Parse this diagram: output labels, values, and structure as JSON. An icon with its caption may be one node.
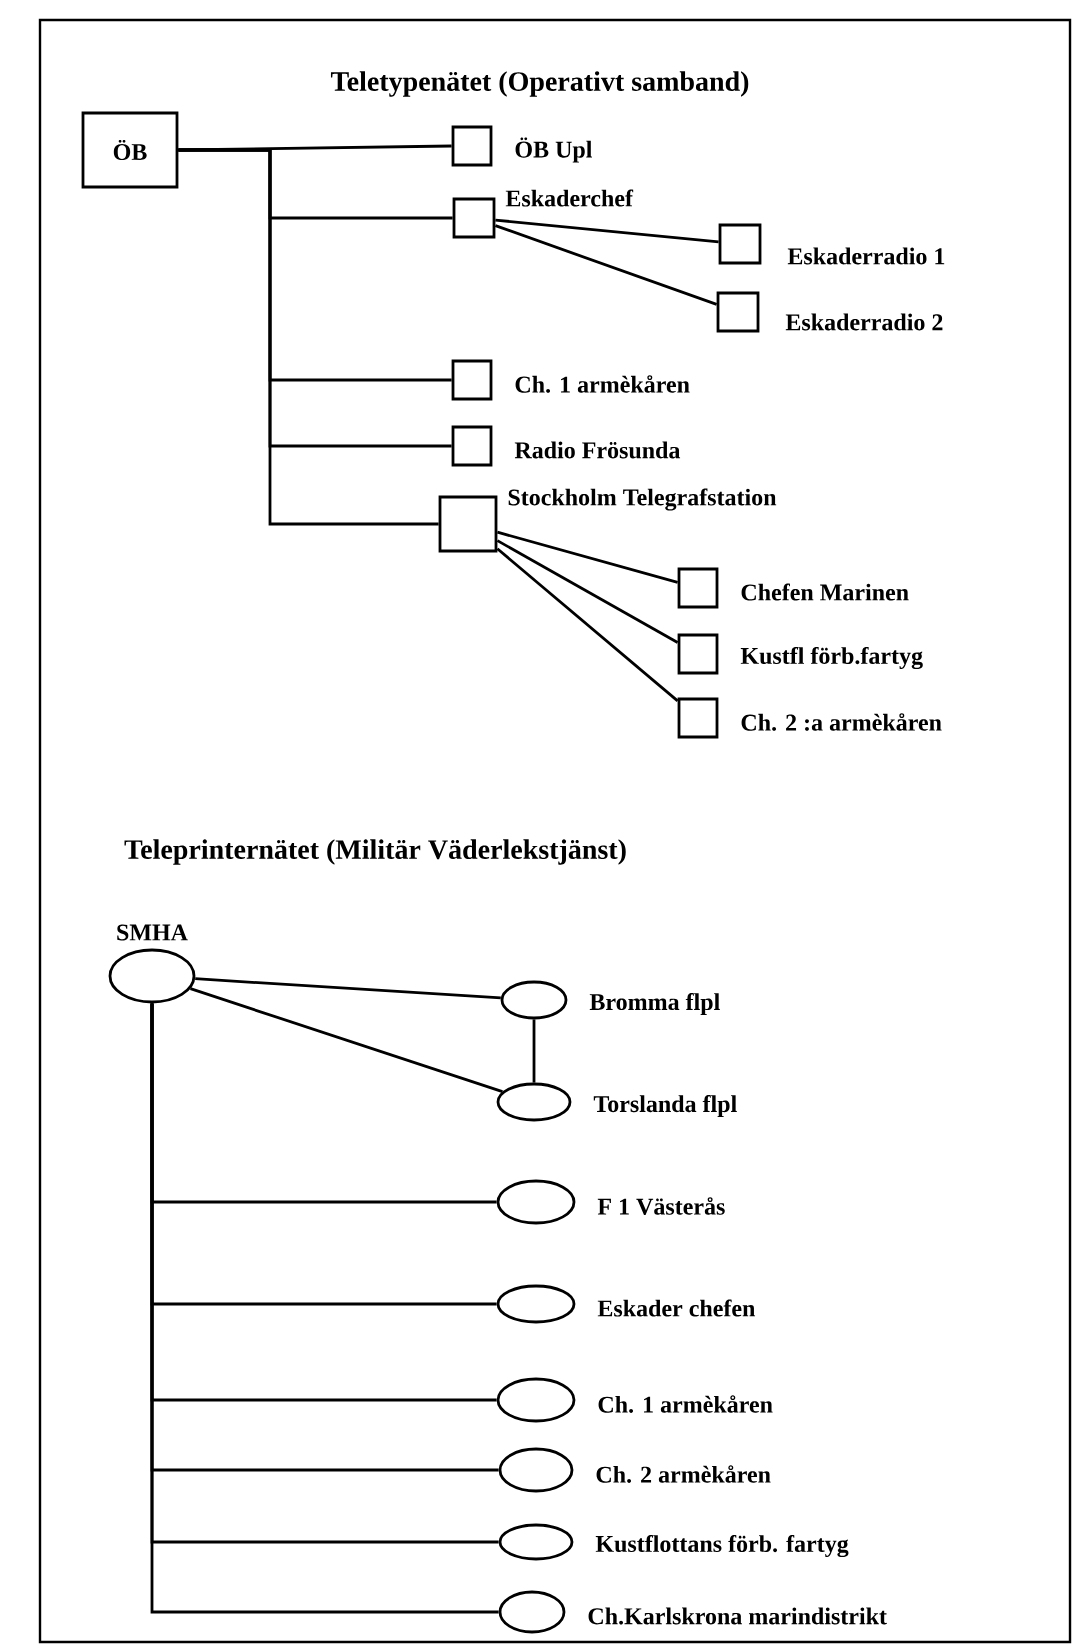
{
  "diagram": {
    "title": "Teletypenätet (Operativt samband)",
    "nodes": [
      {
        "text": [
          "ÖB"
        ]
      },
      {
        "text": [],
        "shape": "box",
        "beside": [
          "ÖB Upl"
        ]
      },
      {
        "text": [],
        "shape": "box",
        "beside": [
          "Eskaderchef"
        ]
      },
      {
        "text": [],
        "shape": "box",
        "beside": [
          "Eskaderradio 1"
        ]
      },
      {
        "text": [],
        "shape": "box",
        "beside": [
          "Eskaderradio 2"
        ]
      },
      {
        "text": [],
        "shape": "box",
        "beside": [
          "Ch. 1 armèkåren"
        ]
      },
      {
        "text": [],
        "shape": "box",
        "beside": [
          "Radio Frösunda"
        ]
      },
      {
        "text": [],
        "shape": "box",
        "beside": [
          "Stockholm Telegrafstation"
        ]
      },
      {
        "text": [],
        "shape": "box",
        "beside": [
          "Chefen Marinen"
        ]
      },
      {
        "text": [],
        "shape": "box",
        "beside": [
          "Kustfl förb.fartyg"
        ]
      },
      {
        "text": [],
        "shape": "box",
        "beside": [
          "Ch. 2 :a armèkåren"
        ]
      },
      {
        "text": [
          "SMHA"
        ]
      },
      {
        "text": [],
        "shape": "ellipse",
        "beside": [
          "Bromma flpl"
        ]
      },
      {
        "text": [],
        "shape": "ellipse",
        "beside": [
          "Torslanda flpl"
        ]
      },
      {
        "text": [],
        "shape": "ellipse",
        "beside": [
          "F 1 Västerås"
        ]
      },
      {
        "text": [],
        "shape": "ellipse",
        "beside": [
          "Eskader chefen"
        ]
      },
      {
        "text": [],
        "shape": "ellipse",
        "beside": [
          "Ch. 1 armèkåren"
        ]
      },
      {
        "text": [],
        "shape": "ellipse",
        "beside": [
          "Ch. 2 armèkåren"
        ]
      },
      {
        "text": [],
        "shape": "ellipse",
        "beside": [
          "Kustflottans förb. fartyg"
        ]
      },
      {
        "text": [],
        "shape": "ellipse",
        "beside": [
          "Ch.Karlskrona marindistrikt"
        ]
      }
    ],
    "edges": [
      {
        "from": 0,
        "to": 1,
        "arrow": "none"
      },
      {
        "from": 0,
        "to": 2,
        "arrow": "none"
      },
      {
        "from": 0,
        "to": 5,
        "arrow": "none"
      },
      {
        "from": 0,
        "to": 6,
        "arrow": "none"
      },
      {
        "from": 0,
        "to": 7,
        "arrow": "none"
      },
      {
        "from": 2,
        "to": 3,
        "arrow": "none"
      },
      {
        "from": 2,
        "to": 4,
        "arrow": "none"
      },
      {
        "from": 7,
        "to": 8,
        "arrow": "none"
      },
      {
        "from": 7,
        "to": 9,
        "arrow": "none"
      },
      {
        "from": 7,
        "to": 10,
        "arrow": "none"
      },
      {
        "from": 11,
        "to": 12,
        "arrow": "none"
      },
      {
        "from": 11,
        "to": 13,
        "arrow": "none"
      },
      {
        "from": 12,
        "to": 13,
        "arrow": "none"
      },
      {
        "from": 11,
        "to": 14,
        "arrow": "none"
      },
      {
        "from": 11,
        "to": 15,
        "arrow": "none"
      },
      {
        "from": 11,
        "to": 16,
        "arrow": "none"
      },
      {
        "from": 11,
        "to": 17,
        "arrow": "none"
      },
      {
        "from": 11,
        "to": 18,
        "arrow": "none"
      },
      {
        "from": 11,
        "to": 19,
        "arrow": "none"
      }
    ],
    "labels": [
      "Teleprinternätet (Militär Väderlekstjänst)"
    ]
  }
}
